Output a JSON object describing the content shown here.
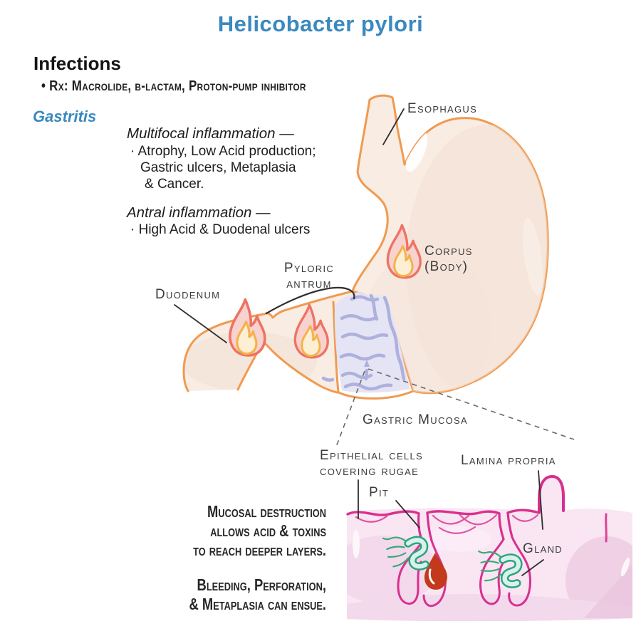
{
  "title": "Helicobacter pylori",
  "infections": {
    "heading": "Infections",
    "rx_bullet": "•  Rx: Macrolide, β-lactam, Proton-pump inhibitor"
  },
  "gastritis": {
    "heading": "Gastritis",
    "multifocal_title": "Multifocal inflammation —",
    "multifocal_lines": [
      "·  Atrophy, Low Acid production;",
      "Gastric ulcers, Metaplasia",
      "& Cancer."
    ],
    "antral_title": "Antral inflammation —",
    "antral_line": "·  High Acid & Duodenal ulcers"
  },
  "anatomy_labels": {
    "esophagus": "Esophagus",
    "corpus_line1": "Corpus",
    "corpus_line2": "(Body)",
    "pyloric_line1": "Pyloric",
    "pyloric_line2": "antrum",
    "duodenum": "Duodenum",
    "gastric_mucosa": "Gastric Mucosa"
  },
  "histology_labels": {
    "epithelial_line1": "Epithelial cells",
    "epithelial_line2": "covering rugae",
    "lamina_propria": "Lamina propria",
    "pit": "Pit",
    "gland": "Gland"
  },
  "caption": {
    "para1": [
      "Mucosal destruction",
      "allows acid & toxins",
      "to reach deeper layers."
    ],
    "para2": [
      "Bleeding, Perforation,",
      "& Metaplasia can ensue."
    ]
  },
  "icons": {
    "flame": "inflammation-flame",
    "bacterium": "hpylori-spiral-bacterium",
    "blood_drop": "bleeding-drop"
  },
  "colors": {
    "accent_blue": "#3a89bf",
    "stomach_outline_orange": "#f09a51",
    "stomach_fill": "#f8ece3",
    "flame_red": "#ed7364",
    "flame_yellow": "#f4b24b",
    "mucosa_band_purple": "#e4e4f4",
    "rugae_purple": "#aeb0dd",
    "tissue_pink": "#f9e6f2",
    "tissue_magenta": "#d9308f",
    "bacterium_green": "#2aa37f",
    "blood_red": "#c2391b"
  }
}
